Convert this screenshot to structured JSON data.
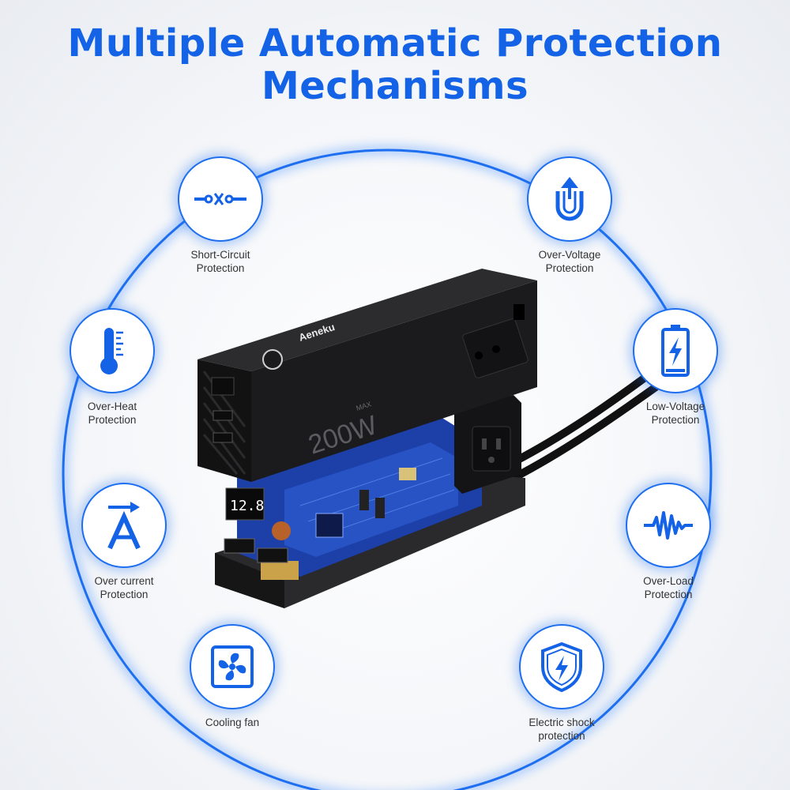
{
  "title": {
    "line1": "Multiple Automatic Protection",
    "line2": "Mechanisms"
  },
  "features": [
    {
      "key": "short_circuit",
      "icon": "short-circuit-icon",
      "line1": "Short-Circuit",
      "line2": "Protection"
    },
    {
      "key": "over_voltage",
      "icon": "over-voltage-icon",
      "line1": "Over-Voltage",
      "line2": "Protection"
    },
    {
      "key": "over_heat",
      "icon": "thermometer-icon",
      "line1": "Over-Heat",
      "line2": "Protection"
    },
    {
      "key": "low_voltage",
      "icon": "battery-icon",
      "line1": "Low-Voltage",
      "line2": "Protection"
    },
    {
      "key": "over_current",
      "icon": "ampere-icon",
      "line1": "Over current",
      "line2": "Protection"
    },
    {
      "key": "over_load",
      "icon": "waveform-icon",
      "line1": "Over-Load",
      "line2": "Protection"
    },
    {
      "key": "cooling_fan",
      "icon": "fan-icon",
      "line1": "Cooling fan",
      "line2": ""
    },
    {
      "key": "electric_shock",
      "icon": "shield-bolt-icon",
      "line1": "Electric shock",
      "line2": "protection"
    }
  ],
  "device": {
    "brand": "Aeneku",
    "wattage": "200W",
    "wattage_suffix": "MAX",
    "display_reading": "12.8"
  },
  "colors": {
    "accent": "#1463e6",
    "ring": "#2a78f0",
    "device_body": "#1b1b1d",
    "pcb": "#1d3fa8"
  }
}
